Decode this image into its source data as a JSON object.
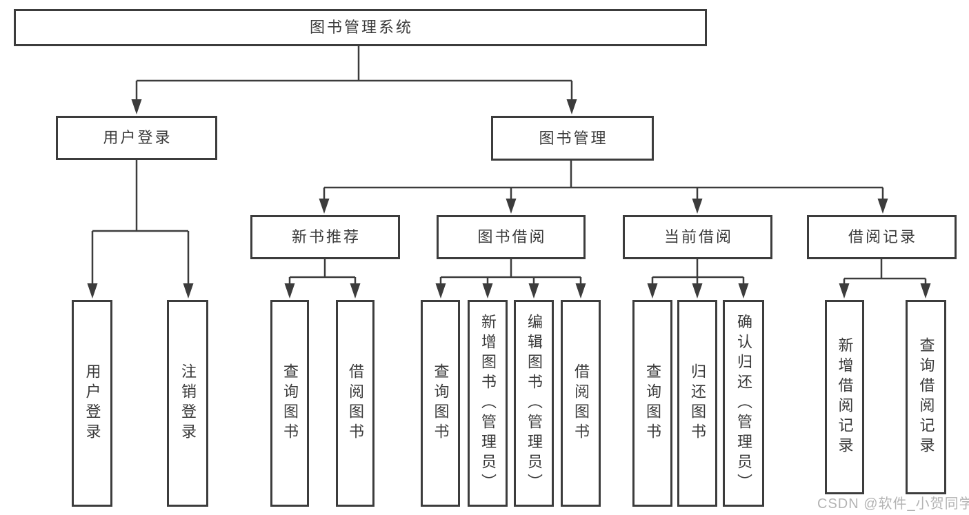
{
  "tree": {
    "root": {
      "label": "图书管理系统"
    },
    "level2": [
      {
        "label": "用户登录",
        "children": [
          {
            "label": "用户登录"
          },
          {
            "label": "注销登录"
          }
        ]
      },
      {
        "label": "图书管理",
        "children": [
          {
            "label": "新书推荐",
            "children": [
              {
                "label": "查询图书"
              },
              {
                "label": "借阅图书"
              }
            ]
          },
          {
            "label": "图书借阅",
            "children": [
              {
                "label": "查询图书"
              },
              {
                "label": "新增图书（管理员）"
              },
              {
                "label": "编辑图书（管理员）"
              },
              {
                "label": "借阅图书"
              }
            ]
          },
          {
            "label": "当前借阅",
            "children": [
              {
                "label": "查询图书"
              },
              {
                "label": "归还图书"
              },
              {
                "label": "确认归还（管理员）"
              }
            ]
          },
          {
            "label": "借阅记录",
            "children": [
              {
                "label": "新增借阅记录"
              },
              {
                "label": "查询借阅记录"
              }
            ]
          }
        ]
      }
    ]
  },
  "watermark": {
    "text": "CSDN @软件_小贺同学"
  },
  "colors": {
    "line": "#3c3c3c",
    "box_border": "#3c3c3c",
    "text": "#3a3a3a",
    "watermark": "#b3b3b3",
    "background": "#ffffff"
  }
}
